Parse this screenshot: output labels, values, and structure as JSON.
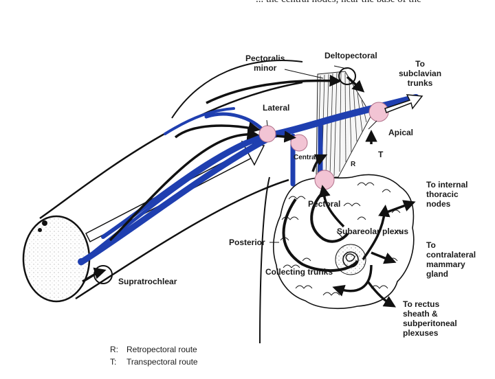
{
  "top_text": "... the central nodes, near the base of the",
  "labels": {
    "pectoralis_minor": [
      "Pectoralis",
      "minor"
    ],
    "deltopectoral": "Deltopectoral",
    "to_subclavian": [
      "To",
      "subclavian",
      "trunks"
    ],
    "lateral": "Lateral",
    "central": "Central",
    "apical": "Apical",
    "t_marker": "T",
    "r_marker": "R",
    "pectoral": "Pectoral",
    "to_internal_thoracic": [
      "To internal",
      "thoracic",
      "nodes"
    ],
    "subareolar_plexus": "Subareolar plexus",
    "posterior": "Posterior",
    "to_contralateral": [
      "To",
      "contralateral",
      "mammary",
      "gland"
    ],
    "collecting_trunks": "Collecting trunks",
    "supratrochlear": "Supratrochlear",
    "to_rectus": [
      "To rectus",
      "sheath &",
      "subperitoneal",
      "plexuses"
    ]
  },
  "legend": [
    {
      "key": "R:",
      "text": "Retropectoral route"
    },
    {
      "key": "T:",
      "text": "Transpectoral route"
    }
  ],
  "colors": {
    "vessel_blue": "#1f3fb0",
    "node_pink": "#f2c4d4",
    "ink": "#111111"
  }
}
